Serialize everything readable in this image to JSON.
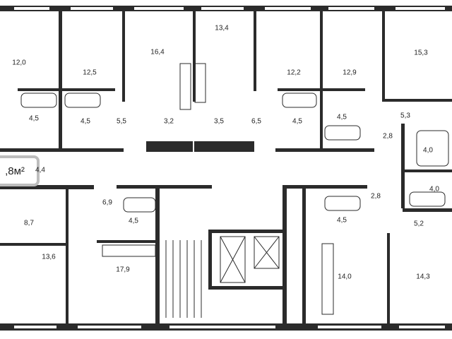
{
  "plan": {
    "area_badge": ",8м²",
    "rooms": [
      {
        "label": "12,0"
      },
      {
        "label": "12,5"
      },
      {
        "label": "16,4"
      },
      {
        "label": "13,4"
      },
      {
        "label": "12,2"
      },
      {
        "label": "12,9"
      },
      {
        "label": "15,3"
      },
      {
        "label": "4,5"
      },
      {
        "label": "4,5"
      },
      {
        "label": "5,5"
      },
      {
        "label": "3,2"
      },
      {
        "label": "3,5"
      },
      {
        "label": "6,5"
      },
      {
        "label": "4,5"
      },
      {
        "label": "4,5"
      },
      {
        "label": "5,3"
      },
      {
        "label": "2,8"
      },
      {
        "label": "4,0"
      },
      {
        "label": "4,0"
      },
      {
        "label": "4,4"
      },
      {
        "label": "6,9"
      },
      {
        "label": "8,7"
      },
      {
        "label": "4,5"
      },
      {
        "label": "4,5"
      },
      {
        "label": "2,8"
      },
      {
        "label": "5,2"
      },
      {
        "label": "13,6"
      },
      {
        "label": "17,9"
      },
      {
        "label": "14,0"
      },
      {
        "label": "14,3"
      }
    ]
  }
}
